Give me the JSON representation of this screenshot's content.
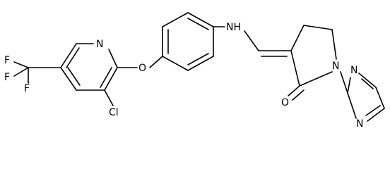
{
  "diagram": {
    "type": "chemical-structure",
    "atom_labels": {
      "fluorine_1": "F",
      "fluorine_2": "F",
      "fluorine_3": "F",
      "pyridine_nitrogen": "N",
      "chlorine": "Cl",
      "ether_oxygen": "O",
      "amine": "NH",
      "lactam_nitrogen": "N",
      "carbonyl_oxygen": "O",
      "pyrimidine_nitrogen_1": "N",
      "pyrimidine_nitrogen_2": "N"
    }
  }
}
